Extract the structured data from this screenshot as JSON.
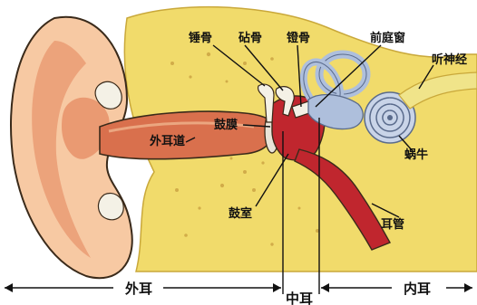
{
  "diagram": {
    "labels": {
      "malleus": "锤骨",
      "incus": "砧骨",
      "stapes": "镫骨",
      "vestibular_window": "前庭窗",
      "auditory_nerve": "听神经",
      "ear_canal": "外耳道",
      "eardrum": "鼓膜",
      "cochlea": "蜗牛",
      "tympanic_cavity": "鼓室",
      "eustachian_tube": "耳管"
    },
    "sections": {
      "outer": "外耳",
      "middle": "中耳",
      "inner": "内耳"
    },
    "colors": {
      "skin": "#f7c9a3",
      "skin_shade": "#e8956d",
      "canal": "#d9704d",
      "bone": "#f1db6b",
      "bone_dark": "#c9a83a",
      "middle_ear": "#c0262e",
      "inner_ear": "#aebfdc",
      "nerve": "#f0e48a",
      "outline": "#3a2a1a"
    }
  }
}
